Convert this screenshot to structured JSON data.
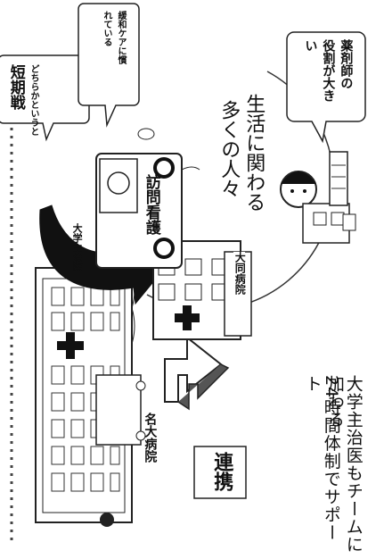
{
  "labels": {
    "support": "24時間体制でサポート",
    "univ_doctor_join": "大学主治医もチームに加わる",
    "renkei": "連携",
    "meidai": "名大病院",
    "daido": "大同病院",
    "univ_doctor": "大学主治医",
    "homon": "訪問看護",
    "people_line1": "生活に関わる",
    "people_line2": "多くの人々"
  },
  "bubbles": {
    "short_left": "どちらかというと",
    "short_right": "短期戦",
    "care_left": "緩和ケアに慣",
    "care_right": "れている",
    "pharm_1": "薬剤師の",
    "pharm_2": "役割が大き",
    "pharm_3": "い"
  }
}
